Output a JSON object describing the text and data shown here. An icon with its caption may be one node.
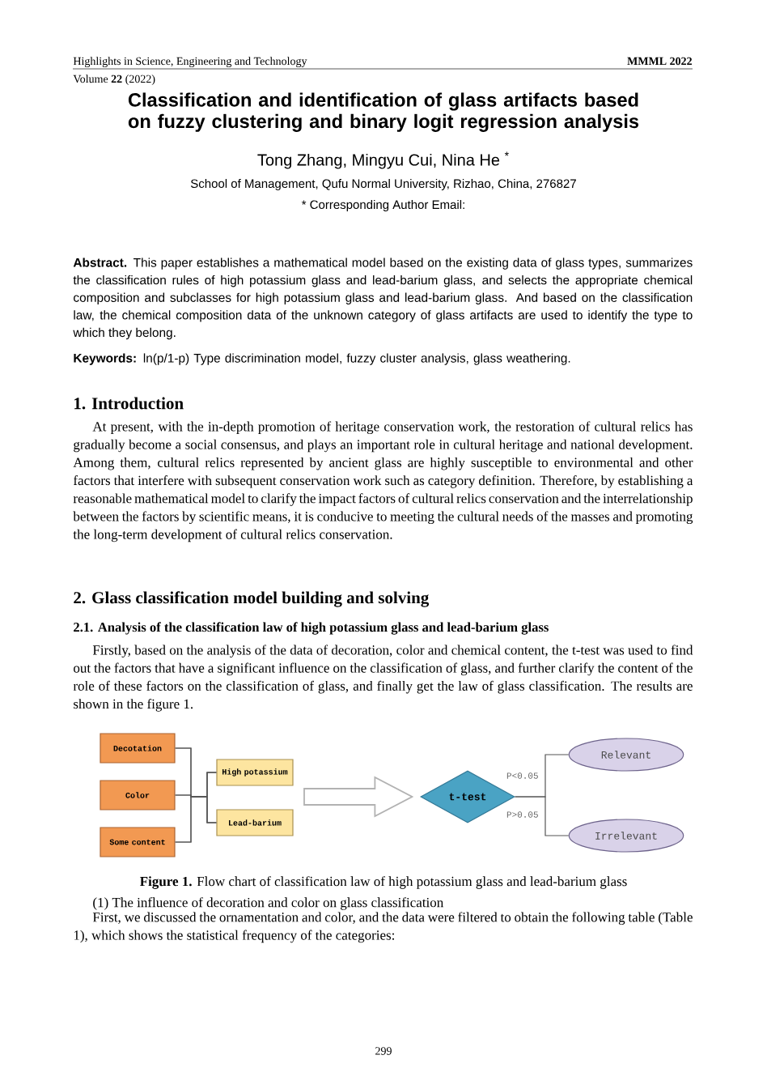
{
  "diagram": {
    "title": "Classification and identification of glass artifacts based on fuzzy clustering and binary logit regression analysis",
    "caption": "**Figure 1.** Flow chart of classification law of high potassium glass and lead-barium glass",
    "nodes": [
      {
        "text": [
          "Decotation"
        ]
      },
      {
        "text": [
          "Color"
        ]
      },
      {
        "text": [
          "Some content"
        ]
      },
      {
        "text": [
          "High potassium"
        ]
      },
      {
        "text": [
          "Lead-barium"
        ]
      },
      {
        "text": [
          "t-test"
        ]
      },
      {
        "text": [
          "Relevant"
        ]
      },
      {
        "text": [
          "Irrelevant"
        ]
      }
    ],
    "edges": [
      {
        "from": 0,
        "to": 3,
        "arrow": "none"
      },
      {
        "from": 0,
        "to": 4,
        "arrow": "none"
      },
      {
        "from": 1,
        "to": 3,
        "arrow": "none"
      },
      {
        "from": 1,
        "to": 4,
        "arrow": "none"
      },
      {
        "from": 2,
        "to": 3,
        "arrow": "none"
      },
      {
        "from": 2,
        "to": 4,
        "arrow": "none"
      },
      {
        "from": null,
        "to": 5,
        "arrow": "to"
      },
      {
        "from": 5,
        "to": 6,
        "arrow": "none",
        "label": "P<0.05"
      },
      {
        "from": 5,
        "to": 7,
        "arrow": "none",
        "label": "P>0.05"
      }
    ],
    "labels": [
      "Highlights in Science, Engineering and Technology",
      "MMML 2022",
      "Volume **22** (2022)",
      "Tong Zhang, Mingyu Cui, Nina He $^{*}$",
      "School of Management, Qufu Normal University, Rizhao, China, 276827",
      "* Corresponding Author Email:",
      "**Abstract.** This paper establishes a mathematical model based on the existing data of glass types, summarizes the classification rules of high potassium glass and lead-barium glass, and selects the appropriate chemical composition and subclasses for high potassium glass and lead-barium glass. And based on the classification law, the chemical composition data of the unknown category of glass artifacts are used to identify the type to which they belong.",
      "**Keywords:** ln(p/1-p) Type discrimination model, fuzzy cluster analysis, glass weathering.",
      "1. Introduction",
      "At present, with the in-depth promotion of heritage conservation work, the restoration of cultural relics has gradually become a social consensus, and plays an important role in cultural heritage and national development. Among them, cultural relics represented by ancient glass are highly susceptible to environmental and other factors that interfere with subsequent conservation work such as category definition. Therefore, by establishing a reasonable mathematical model to clarify the impact factors of cultural relics conservation and the interrelationship between the factors by scientific means, it is conducive to meeting the cultural needs of the masses and promoting the long-term development of cultural relics conservation.",
      "2. Glass classification model building and solving",
      "2.1. Analysis of the classification law of high potassium glass and lead-barium glass",
      "Firstly, based on the analysis of the data of decoration, color and chemical content, the t-test was used to find out the factors that have a significant influence on the classification of glass, and further clarify the content of the role of these factors on the classification of glass, and finally get the law of glass classification. The results are shown in the figure 1.",
      "(1) The influence of decoration and color on glass classification",
      "First, we discussed the ornamentation and color, and the data were filtered to obtain the following table (Table 1), which shows the statistical frequency of the categories:",
      "299"
    ]
  }
}
